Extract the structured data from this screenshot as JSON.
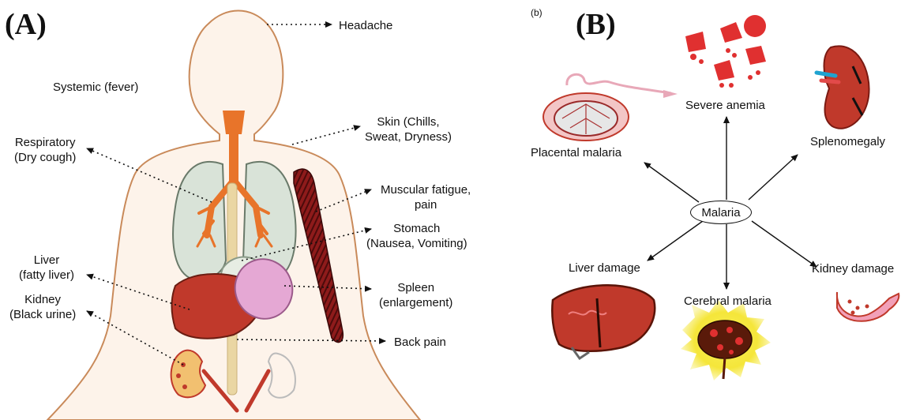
{
  "panel_a": {
    "label": "(A)",
    "labels": {
      "headache": "Headache",
      "systemic": "Systemic (fever)",
      "skin": [
        "Skin (Chills,",
        "Sweat, Dryness)"
      ],
      "respiratory": [
        "Respiratory",
        "(Dry cough)"
      ],
      "muscular": [
        "Muscular fatigue,",
        "pain"
      ],
      "stomach": [
        "Stomach",
        "(Nausea, Vomiting)"
      ],
      "liver": [
        "Liver",
        "(fatty liver)"
      ],
      "kidney": [
        "Kidney",
        "(Black urine)"
      ],
      "spleen": [
        "Spleen",
        "(enlargement)"
      ],
      "back_pain": "Back pain"
    }
  },
  "panel_b": {
    "small_label": "(b)",
    "label": "(B)",
    "center": "Malaria",
    "labels": {
      "severe_anemia": "Severe anemia",
      "placental_malaria": "Placental malaria",
      "splenomegaly": "Splenomegaly",
      "liver_damage": "Liver damage",
      "kidney_damage": "Kidney damage",
      "cerebral_malaria": "Cerebral malaria"
    }
  },
  "colors": {
    "body_outline": "#c98a5a",
    "body_fill": "#fdf3ea",
    "organ_red": "#c0392b",
    "trachea_orange": "#e8742a",
    "lung_fill": "#d9e3d8",
    "spleen_pink": "#e5a8d4",
    "anemia_red": "#e03030",
    "brain_glow": "#f5e63a"
  }
}
